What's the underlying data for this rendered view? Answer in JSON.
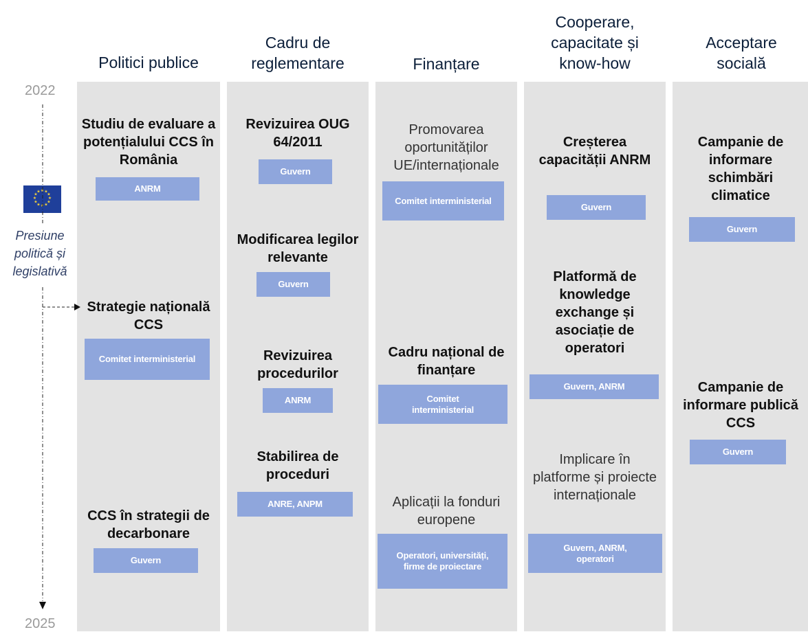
{
  "timeline": {
    "start_year": "2022",
    "end_year": "2025",
    "pressure_label": "Presiune politică și legislativă"
  },
  "columns": [
    {
      "heading": "Politici publice"
    },
    {
      "heading": "Cadru de reglementare"
    },
    {
      "heading": "Finanțare"
    },
    {
      "heading": "Cooperare, capacitate și know-how"
    },
    {
      "heading": "Acceptare socială"
    }
  ],
  "items": {
    "c1a": {
      "title": "Studiu de evaluare a potențialului CCS în România",
      "owner": "ANRM"
    },
    "c1b": {
      "title": "Strategie națională CCS",
      "owner": "Comitet interministerial"
    },
    "c1c": {
      "title": "CCS în strategii de decarbonare",
      "owner": "Guvern"
    },
    "c2a": {
      "title": "Revizuirea OUG 64/2011",
      "owner": "Guvern"
    },
    "c2b": {
      "title": "Modificarea legilor relevante",
      "owner": "Guvern"
    },
    "c2c": {
      "title": "Revizuirea procedurilor",
      "owner": "ANRM"
    },
    "c2d": {
      "title": "Stabilirea de proceduri",
      "owner": "ANRE, ANPM"
    },
    "c3a": {
      "title": "Promovarea oportunităților UE/internaționale",
      "owner": "Comitet interministerial"
    },
    "c3b": {
      "title": "Cadru național de finanțare",
      "owner": "Comitet interministerial"
    },
    "c3c": {
      "title": "Aplicații la fonduri europene",
      "owner": "Operatori, universități, firme de proiectare"
    },
    "c4a": {
      "title": "Creșterea capacității ANRM",
      "owner": "Guvern"
    },
    "c4b": {
      "title": "Platformă de knowledge exchange și asociație de operatori",
      "owner": "Guvern, ANRM"
    },
    "c4c": {
      "title": "Implicare în platforme și proiecte internaționale",
      "owner": "Guvern, ANRM, operatori"
    },
    "c5a": {
      "title": "Campanie de informare schimbări climatice",
      "owner": "Guvern"
    },
    "c5b": {
      "title": "Campanie de informare publică CCS",
      "owner": "Guvern"
    }
  },
  "colors": {
    "column_bg": "#e3e3e3",
    "tag_bg": "#8fa6dc",
    "heading": "#0c1f3a",
    "flag": "#1f3f9a"
  },
  "icons": {
    "flag": "eu-flag-icon"
  }
}
